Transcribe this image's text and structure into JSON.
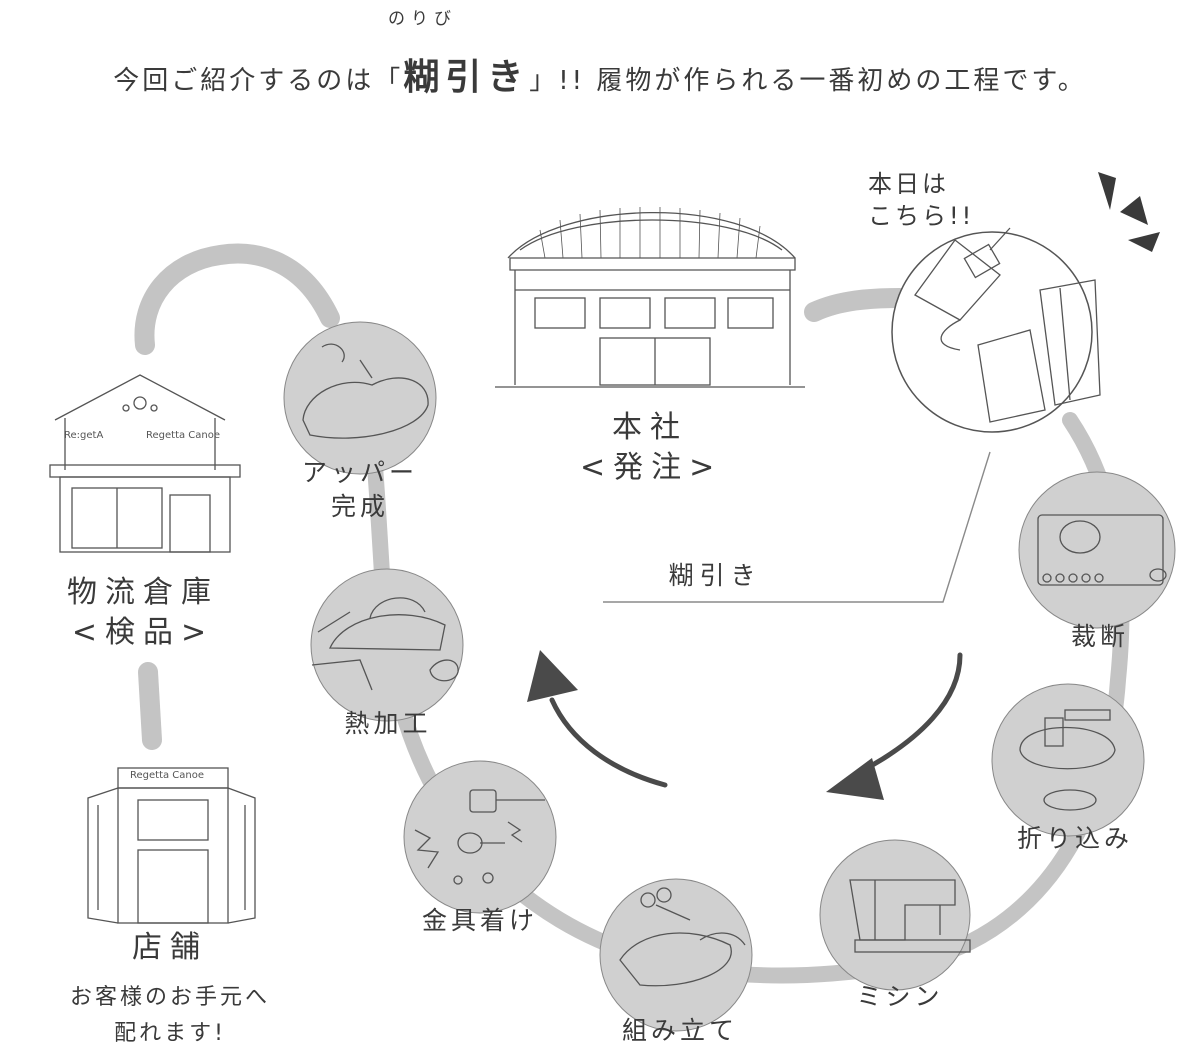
{
  "header": {
    "ruby": "のりび",
    "before": "今回ご紹介するのは「",
    "emphasis": "糊引き",
    "after": "」!! 履物が作られる一番初めの工程です。"
  },
  "today_note": {
    "line1": "本日は",
    "line2": "こちら!!"
  },
  "process_label": "糊引き",
  "headquarters": {
    "name": "本社",
    "sub": "<発注>"
  },
  "warehouse": {
    "name": "物流倉庫",
    "sub": "<検品>",
    "signs": [
      "Re:getA",
      "Regetta Canoe"
    ]
  },
  "store": {
    "name": "店舗",
    "caption1": "お客様のお手元へ",
    "caption2": "配れます!",
    "sign": "Regetta Canoe"
  },
  "steps": {
    "cutting": "裁断",
    "folding": "折り込み",
    "sewing": "ミシン",
    "assembly": "組み立て",
    "hardware": "金具着け",
    "heat": "熱加工",
    "upper_line1": "アッパー",
    "upper_line2": "完成"
  },
  "colors": {
    "track": "#bdbdbd",
    "circle": "#cfcfcf",
    "sketch": "#555555",
    "arrow": "#4a4a4a"
  }
}
